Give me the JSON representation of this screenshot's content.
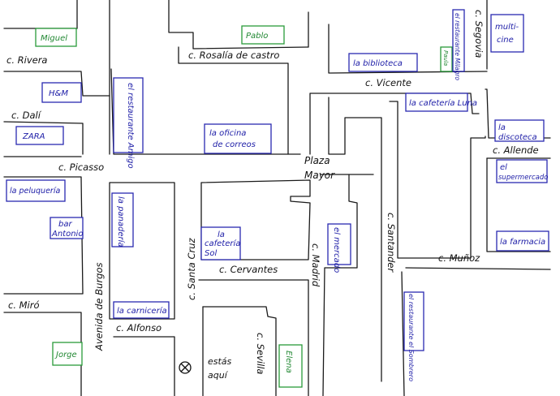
{
  "streets": {
    "rivera": "c. Rivera",
    "dali": "c. Dalí",
    "picasso": "c. Picasso",
    "miro": "c. Miró",
    "rosalia": "c. Rosalía de castro",
    "vicente": "c. Vicente",
    "allende": "c. Allende",
    "munoz": "c. Muñoz",
    "cervantes": "c. Cervantes",
    "alfonso": "c. Alfonso",
    "burgos": "Avenida de Burgos",
    "santa_cruz": "c. Santa Cruz",
    "madrid": "c. Madrid",
    "santander": "c. Santander",
    "sevilla": "c. Sevilla",
    "segovia": "c. Segovia"
  },
  "plaza": {
    "line1": "Plaza",
    "line2": "Mayor"
  },
  "you_are_here": {
    "line1": "estás",
    "line2": "aquí"
  },
  "places": {
    "miguel": "Miguel",
    "pablo": "Pablo",
    "hm": "H&M",
    "zara": "ZARA",
    "restaurante_amigo": "el restaurante Amigo",
    "oficina_correos": [
      "la oficina",
      "de correos"
    ],
    "biblioteca": "la biblioteca",
    "cafeteria_luna": "la cafetería Luna",
    "restaurante_milagro": "el restaurante Milagro",
    "paula": "Paula",
    "multicine": [
      "multi-",
      "cine"
    ],
    "discoteca": [
      "la",
      "discoteca"
    ],
    "supermercado": [
      "el",
      "supermercado"
    ],
    "farmacia": "la farmacia",
    "peluqueria": "la peluquería",
    "bar_antonio": [
      "bar",
      "Antonio"
    ],
    "panaderia": "la panadería",
    "cafeteria_sol": [
      "la",
      "cafetería",
      "Sol"
    ],
    "mercado": "el mercado",
    "carniceria": "la carnicería",
    "restaurante_sombrero": "el restaurante el Sombrero",
    "jorge": "Jorge",
    "elena": "Elena"
  }
}
